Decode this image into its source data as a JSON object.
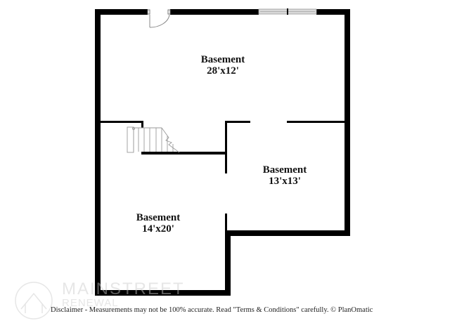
{
  "floorplan": {
    "rooms": [
      {
        "name": "Basement",
        "dimensions": "28'x12'"
      },
      {
        "name": "Basement",
        "dimensions": "13'x13'"
      },
      {
        "name": "Basement",
        "dimensions": "14'x20'"
      }
    ],
    "features": [
      "door-top-left",
      "window-top-right",
      "stairs"
    ],
    "colors": {
      "wall": "#000000",
      "window_fill": "#d9d9d9",
      "fixture_line": "#9a9a9a"
    }
  },
  "watermark": {
    "line1": "MAINSTREET",
    "line2": "RENEWAL"
  },
  "disclaimer": "Disclaimer - Measurements may not be 100% accurate. Read \"Terms & Conditions\" carefully. © PlanOmatic"
}
